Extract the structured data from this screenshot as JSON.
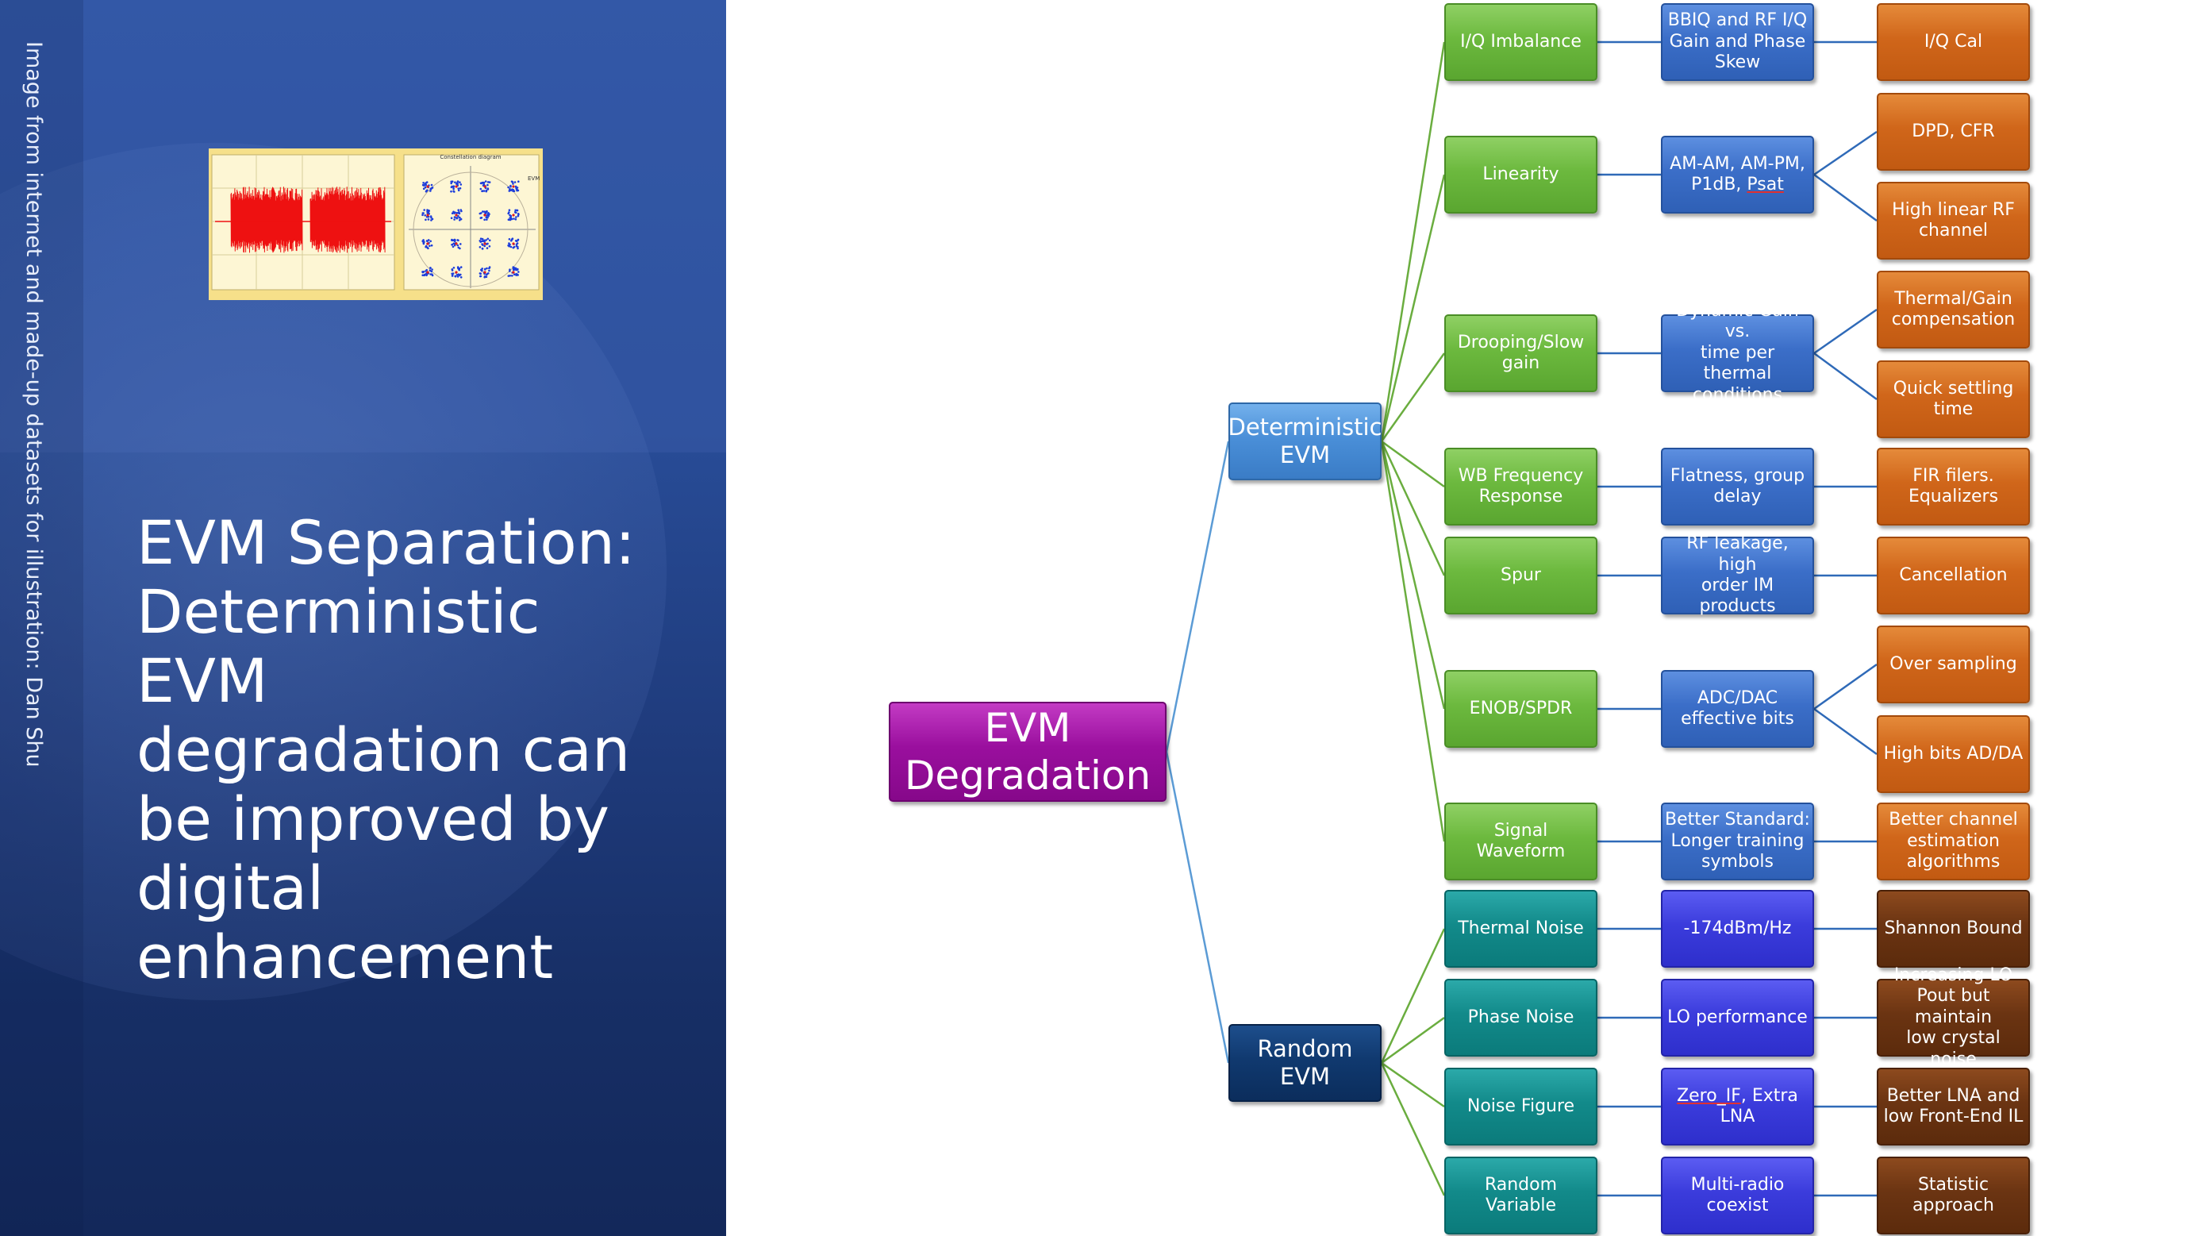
{
  "slide": {
    "credit": "Image from internet and made-up datasets for illustration: Dan Shu",
    "title_lines": [
      "EVM Separation:",
      "Deterministic",
      "EVM",
      "degradation can",
      "be improved by",
      "digital",
      "enhancement"
    ]
  },
  "thumbnail": {
    "constellation_title": "Constellation diagram",
    "evm_label": "EVM"
  },
  "diagram": {
    "root": {
      "label_lines": [
        "EVM",
        "Degradation"
      ],
      "color": "#9a0f9e"
    },
    "branches": [
      {
        "label_lines": [
          "Deterministic",
          "EVM"
        ],
        "color": "#4a8fd8"
      },
      {
        "label_lines": [
          "Random",
          "EVM"
        ],
        "color": "#10396f"
      }
    ],
    "colors": {
      "deterministic_cause": "#6cb93e",
      "deterministic_mechanism": "#3b6ec8",
      "deterministic_remedy": "#d0661a",
      "random_cause": "#128a8a",
      "random_mechanism": "#3b3cdc",
      "random_remedy": "#6b3412",
      "deterministic_link": "#6aad3f",
      "mechanism_link": "#2f6ab8",
      "root_link": "#5b9bd5"
    },
    "deterministic_rows": [
      {
        "cause": [
          "I/Q Imbalance"
        ],
        "mechanism": [
          "BBIQ and RF I/Q",
          "Gain and Phase",
          "Skew"
        ],
        "remedies": [
          [
            "I/Q Cal"
          ]
        ]
      },
      {
        "cause": [
          "Linearity"
        ],
        "mechanism": [
          "AM-AM, AM-PM,",
          "P1dB, Psat"
        ],
        "remedies": [
          [
            "DPD, CFR"
          ],
          [
            "High linear RF",
            "channel"
          ]
        ]
      },
      {
        "cause": [
          "Drooping/Slow",
          "gain"
        ],
        "mechanism": [
          "Dynamic Gain vs.",
          "time per thermal",
          "conditions"
        ],
        "remedies": [
          [
            "Thermal/Gain",
            "compensation"
          ],
          [
            "Quick settling",
            "time"
          ]
        ]
      },
      {
        "cause": [
          "WB Frequency",
          "Response"
        ],
        "mechanism": [
          "Flatness, group",
          "delay"
        ],
        "remedies": [
          [
            "FIR filers.",
            "Equalizers"
          ]
        ]
      },
      {
        "cause": [
          "Spur"
        ],
        "mechanism": [
          "RF leakage, high",
          "order IM products"
        ],
        "remedies": [
          [
            "Cancellation"
          ]
        ]
      },
      {
        "cause": [
          "ENOB/SPDR"
        ],
        "mechanism": [
          "ADC/DAC",
          "effective bits"
        ],
        "remedies": [
          [
            "Over sampling"
          ],
          [
            "High bits AD/DA"
          ]
        ]
      },
      {
        "cause": [
          "Signal Waveform"
        ],
        "mechanism": [
          "Better Standard:",
          "Longer training",
          "symbols"
        ],
        "remedies": [
          [
            "Better channel",
            "estimation",
            "algorithms"
          ]
        ]
      }
    ],
    "random_rows": [
      {
        "cause": [
          "Thermal Noise"
        ],
        "mechanism": [
          "-174dBm/Hz"
        ],
        "remedies": [
          [
            "Shannon Bound"
          ]
        ]
      },
      {
        "cause": [
          "Phase Noise"
        ],
        "mechanism": [
          "LO performance"
        ],
        "remedies": [
          [
            "Increasing LO",
            "Pout but maintain",
            "low crystal noise"
          ]
        ]
      },
      {
        "cause": [
          "Noise Figure"
        ],
        "mechanism": [
          "Zero_IF, Extra LNA"
        ],
        "remedies": [
          [
            "Better LNA and",
            "low Front-End IL"
          ]
        ]
      },
      {
        "cause": [
          "Random Variable"
        ],
        "mechanism": [
          "Multi-radio",
          "coexist"
        ],
        "remedies": [
          [
            "Statistic approach"
          ]
        ]
      }
    ]
  }
}
